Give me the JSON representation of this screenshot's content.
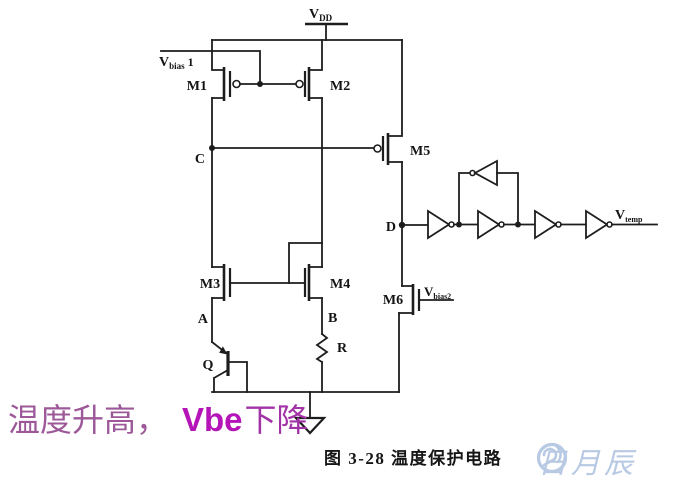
{
  "schematic": {
    "vdd": {
      "base": "V",
      "sub": "DD"
    },
    "vbias1": {
      "base": "V",
      "sub": "bias",
      "suffix": " 1"
    },
    "vbias2": {
      "base": "V",
      "sub": "bias2"
    },
    "vtemp": {
      "base": "V",
      "sub": "temp"
    },
    "labels": {
      "m1": "M1",
      "m2": "M2",
      "m3": "M3",
      "m4": "M4",
      "m5": "M5",
      "m6": "M6",
      "q": "Q",
      "r": "R",
      "a": "A",
      "b": "B",
      "c": "C",
      "d": "D"
    }
  },
  "annotation": {
    "lead": "温度升高，",
    "emphasis": "Vbe",
    "trail": "下降"
  },
  "caption": "图 3-28 温度保护电路",
  "watermark": {
    "text": "日月辰"
  },
  "colors": {
    "circuit_line": "#1d1d1d",
    "annotation_lead": "#9c5898",
    "annotation_emphasis": "#b414b8",
    "annotation_trail": "#a233a6",
    "caption_text": "#161616",
    "watermark": "#b7c9e3",
    "background": "#ffffff"
  }
}
